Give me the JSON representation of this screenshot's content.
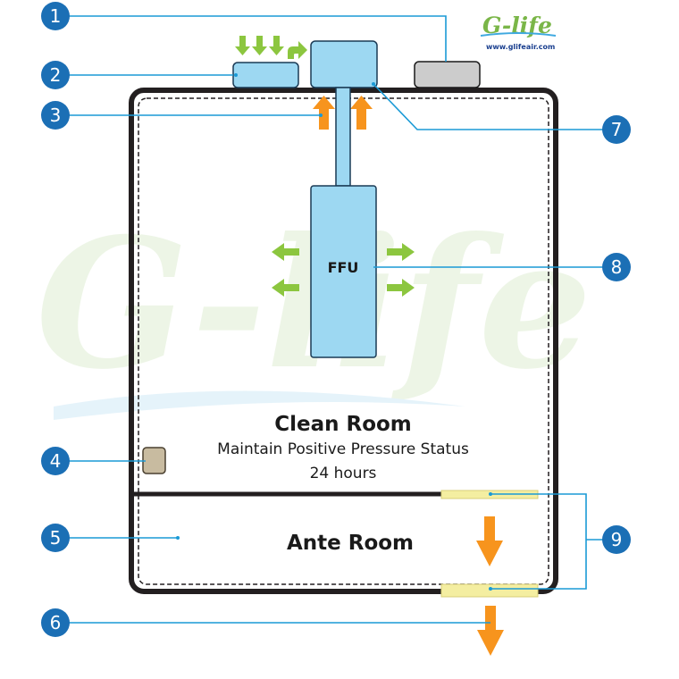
{
  "logo": {
    "brand": "G-life",
    "url": "www.glifeair.com"
  },
  "watermark": {
    "text": "G-life"
  },
  "rooms": {
    "clean_room": {
      "title": "Clean Room",
      "subtitle": "Maintain Positive Pressure Status",
      "hours": "24 hours"
    },
    "ante_room": {
      "title": "Ante Room"
    }
  },
  "ffu": {
    "label": "FFU"
  },
  "callouts": [
    "1",
    "2",
    "3",
    "4",
    "5",
    "6",
    "7",
    "8",
    "9"
  ],
  "colors": {
    "callout_blue": "#1b6fb5",
    "leader_blue": "#1a9ad6",
    "ffu_fill": "#9dd8f2",
    "ffu_stroke": "#1a3a55",
    "arrow_orange": "#f7941d",
    "arrow_green": "#8cc63f",
    "vent_yellow": "#f4eea1",
    "gray_unit": "#cccccc",
    "sensor_tan": "#c8bba0",
    "wall_dark": "#231f20"
  },
  "icons": {
    "supply_air": "green-down-arrows-icon",
    "airflow_up": "orange-up-arrow-icon",
    "airflow_out": "orange-down-arrow-icon",
    "ffu_discharge": "green-side-arrow-icon"
  }
}
